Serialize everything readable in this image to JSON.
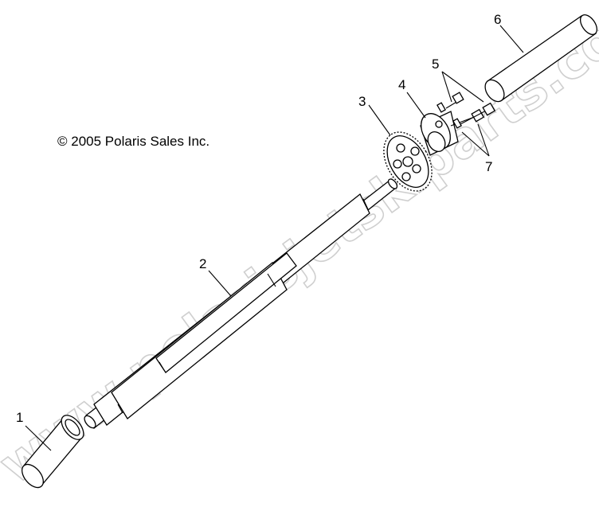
{
  "copyright": "© 2005 Polaris Sales Inc.",
  "watermark": "www.polarisjetskiparts.com",
  "callouts": [
    {
      "id": "1",
      "part": "bearing-sleeve"
    },
    {
      "id": "2",
      "part": "axle-shaft"
    },
    {
      "id": "3",
      "part": "sprocket"
    },
    {
      "id": "4",
      "part": "hub"
    },
    {
      "id": "5",
      "part": "bolts"
    },
    {
      "id": "6",
      "part": "bearing-sleeve"
    },
    {
      "id": "7",
      "part": "nuts"
    }
  ],
  "colors": {
    "ink": "#000000",
    "watermark": "#cfcfcf",
    "background": "#ffffff"
  }
}
